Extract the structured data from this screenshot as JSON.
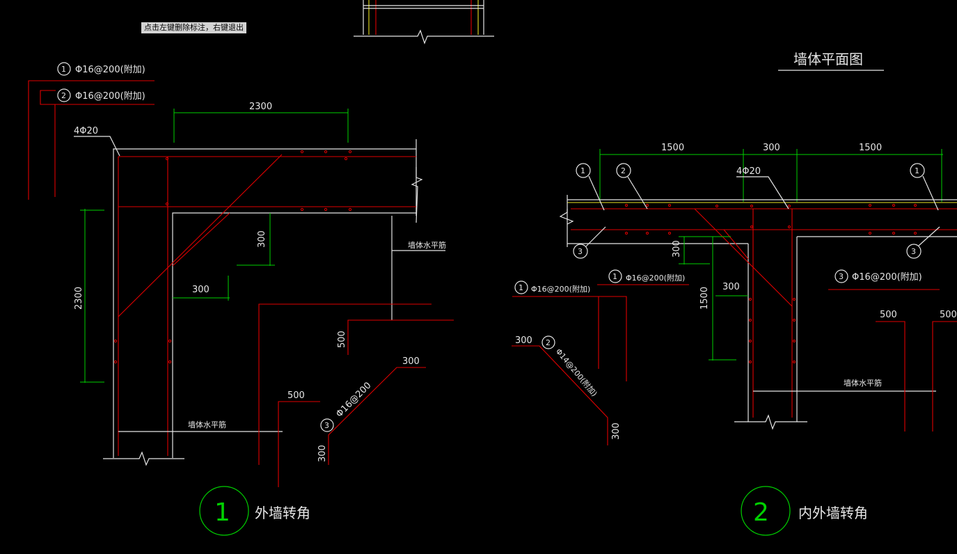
{
  "status_tip": "点击左键删除标注，右键退出",
  "header": {
    "plan_title": "墙体平面图"
  },
  "detail1": {
    "title_number": "1",
    "title": "外墙转角",
    "bar1_num": "1",
    "bar1": "Φ16@200(附加)",
    "bar2_num": "2",
    "bar2": "Φ16@200(附加)",
    "main_bars": "4Φ20",
    "dim_top": "2300",
    "dim_left": "2300",
    "dim_haunch_v": "300",
    "dim_haunch_h": "300",
    "horiz_label": "墙体水平筋",
    "horiz_label_bottom": "墙体水平筋",
    "shape1_dim": "500",
    "shape2_dim": "500",
    "shape3_num": "3",
    "shape3": "Φ16@200",
    "shape3_dim_top": "300",
    "shape3_dim_bottom": "300"
  },
  "detail2": {
    "title_number": "2",
    "title": "内外墙转角",
    "dim_left": "1500",
    "dim_mid": "300",
    "dim_right": "1500",
    "main_bars": "4Φ20",
    "callout_1a": "1",
    "callout_2": "2",
    "callout_1b": "1",
    "callout_3a": "3",
    "callout_3b": "3",
    "dim_haunch_v": "300",
    "dim_haunch_h": "300",
    "dim_vertical": "1500",
    "bar_a_num": "1",
    "bar_a": "Φ16@200(附加)",
    "bar_b_num": "1",
    "bar_b": "Φ16@200(附加)",
    "bar_c_num": "2",
    "bar_c": "Φ14@200(附加)",
    "bar_c_dim_top": "300",
    "bar_c_dim_bottom": "300",
    "bar_d_num": "3",
    "bar_d": "Φ16@200(附加)",
    "dim_500a": "500",
    "dim_500b": "500",
    "horiz_label": "墙体水平筋"
  }
}
